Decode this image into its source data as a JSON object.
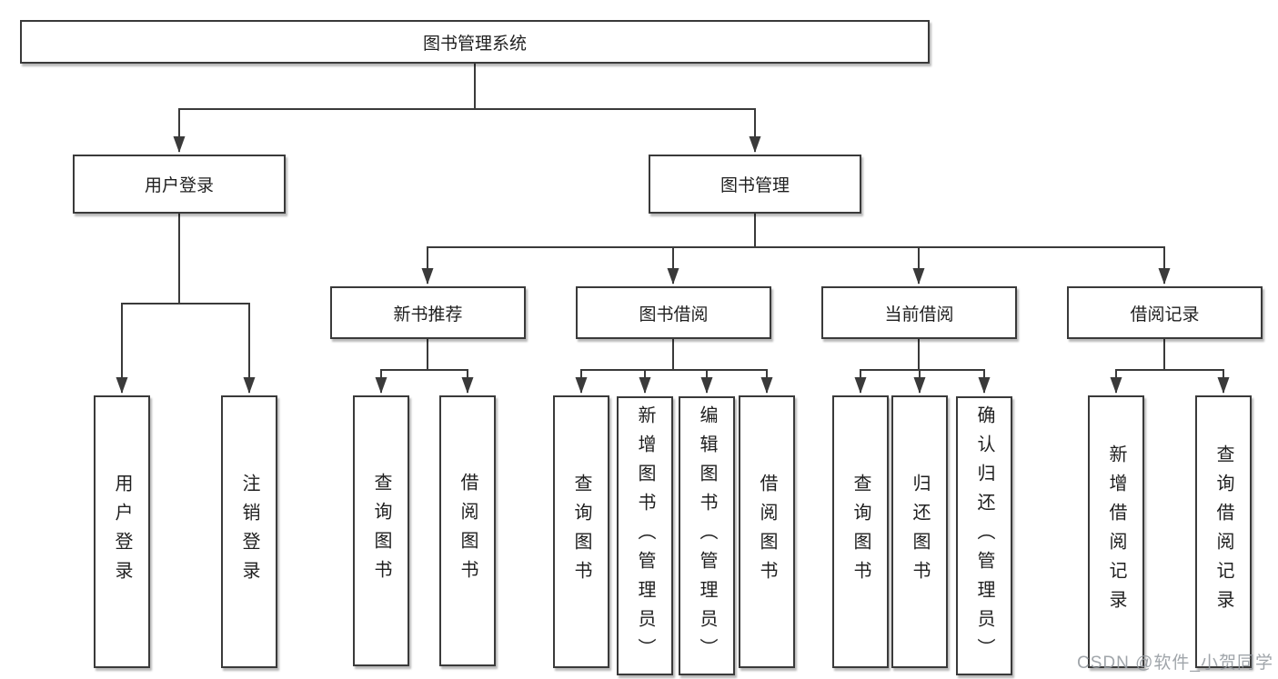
{
  "colors": {
    "line": "#3a3a3a",
    "box_border": "#3a3a3a",
    "box_fill": "#ffffff",
    "text": "#1f1f1f",
    "watermark": "#969ba1",
    "background": "#ffffff"
  },
  "diagram": {
    "type": "tree",
    "root": {
      "label": "图书管理系统"
    },
    "branches": [
      {
        "label": "用户登录",
        "children": [
          {
            "label": "用户登录"
          },
          {
            "label": "注销登录"
          }
        ]
      },
      {
        "label": "图书管理",
        "children": [
          {
            "label": "新书推荐",
            "children": [
              {
                "label": "查询图书"
              },
              {
                "label": "借阅图书"
              }
            ]
          },
          {
            "label": "图书借阅",
            "children": [
              {
                "label": "查询图书"
              },
              {
                "label": "新增图书（管理员）"
              },
              {
                "label": "编辑图书（管理员）"
              },
              {
                "label": "借阅图书"
              }
            ]
          },
          {
            "label": "当前借阅",
            "children": [
              {
                "label": "查询图书"
              },
              {
                "label": "归还图书"
              },
              {
                "label": "确认归还（管理员）"
              }
            ]
          },
          {
            "label": "借阅记录",
            "children": [
              {
                "label": "新增借阅记录"
              },
              {
                "label": "查询借阅记录"
              }
            ]
          }
        ]
      }
    ],
    "watermark": "CSDN @软件_小贺同学"
  }
}
